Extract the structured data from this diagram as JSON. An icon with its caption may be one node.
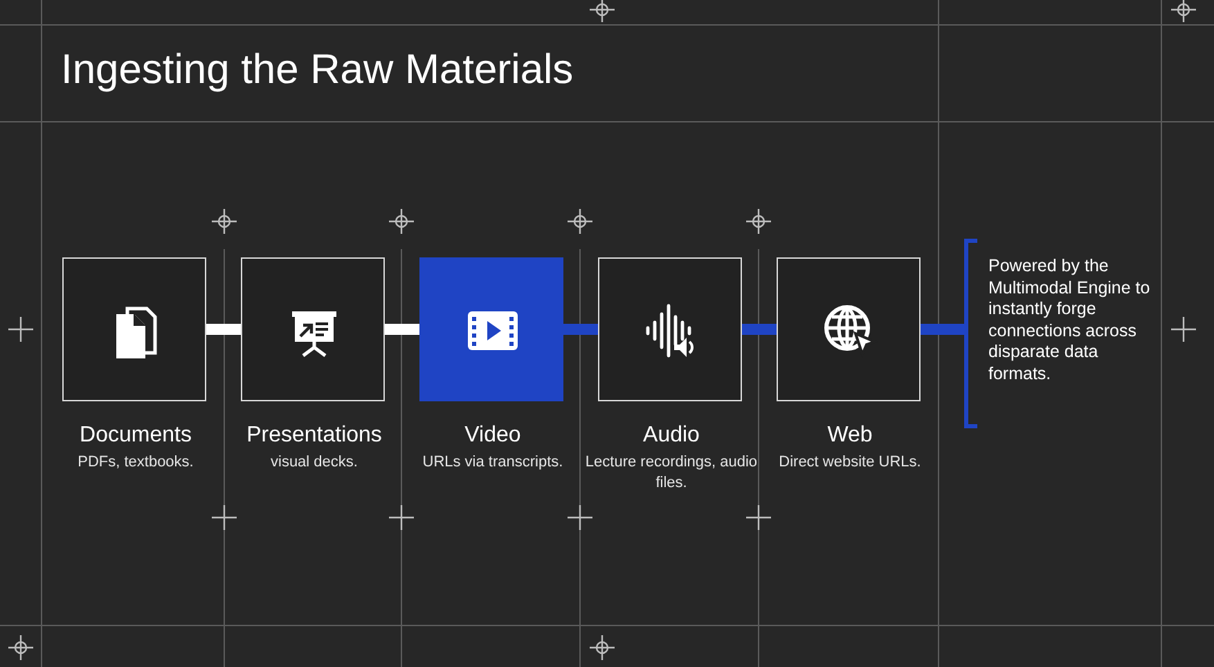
{
  "diagram": {
    "title": "Ingesting the Raw Materials",
    "nodes": [
      {
        "text": [
          "Documents",
          "PDFs, textbooks."
        ]
      },
      {
        "text": [
          "Presentations",
          "visual decks."
        ]
      },
      {
        "text": [
          "Video",
          "URLs via transcripts."
        ]
      },
      {
        "text": [
          "Audio",
          "Lecture recordings, audio files."
        ]
      },
      {
        "text": [
          "Web",
          "Direct website URLs."
        ]
      },
      {
        "text": [
          "Powered by the Multimodal Engine to instantly forge connections across disparate data formats."
        ]
      }
    ],
    "edges": [
      {
        "from": 0,
        "to": 1,
        "arrow": "none",
        "color": "#ffffff"
      },
      {
        "from": 1,
        "to": 2,
        "arrow": "none",
        "color": "#ffffff"
      },
      {
        "from": 2,
        "to": 3,
        "arrow": "none"
      },
      {
        "from": 3,
        "to": 4,
        "arrow": "none"
      },
      {
        "from": 4,
        "to": 5,
        "arrow": "none"
      }
    ]
  }
}
